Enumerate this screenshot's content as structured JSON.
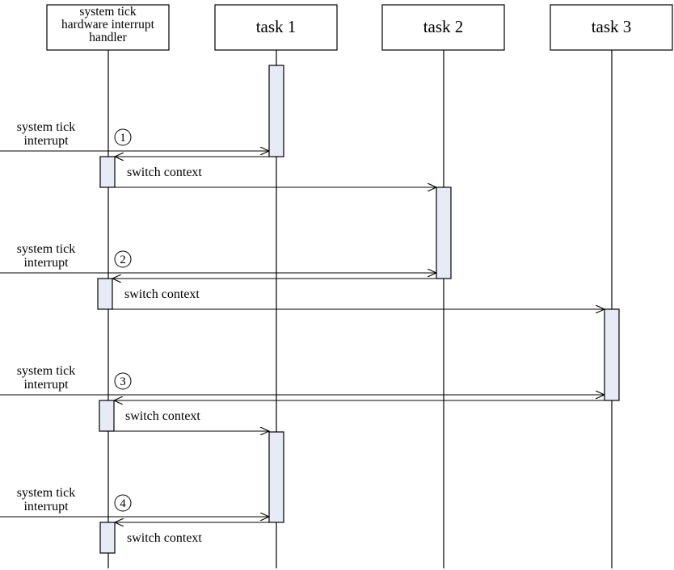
{
  "participants": [
    {
      "id": "handler",
      "label_lines": [
        "system tick",
        "hardware interrupt",
        "handler"
      ]
    },
    {
      "id": "task1",
      "label_lines": [
        "task 1"
      ]
    },
    {
      "id": "task2",
      "label_lines": [
        "task 2"
      ]
    },
    {
      "id": "task3",
      "label_lines": [
        "task 3"
      ]
    }
  ],
  "interrupts": [
    {
      "number": "1",
      "label_lines": [
        "system tick",
        "interrupt"
      ],
      "preempted": "task1",
      "next": "task2"
    },
    {
      "number": "2",
      "label_lines": [
        "system tick",
        "interrupt"
      ],
      "preempted": "task2",
      "next": "task3"
    },
    {
      "number": "3",
      "label_lines": [
        "system tick",
        "interrupt"
      ],
      "preempted": "task3",
      "next": "task1"
    },
    {
      "number": "4",
      "label_lines": [
        "system tick",
        "interrupt"
      ],
      "preempted": "task1",
      "next": null
    }
  ],
  "switch_label": "switch context",
  "colors": {
    "activation_fill": "#e6ebf6",
    "line": "#000000"
  }
}
